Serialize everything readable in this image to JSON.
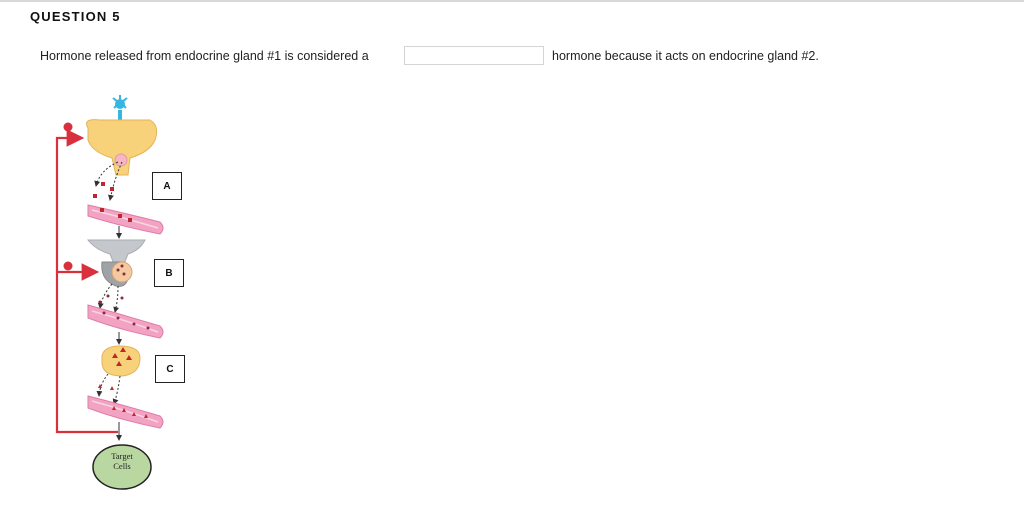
{
  "question": {
    "title": "QUESTION 5",
    "text_before": "Hormone released from endocrine gland #1 is considered a",
    "answer_value": "",
    "text_after": "hormone because it acts on endocrine gland #2."
  },
  "diagram": {
    "labels": [
      "A",
      "B",
      "C"
    ],
    "target_line1": "Target",
    "target_line2": "Cells",
    "colors": {
      "feedback": "#d9303e",
      "vessel": "#f2a3c3",
      "gland": "#f8d27a",
      "neuron": "#37b6e0",
      "target": "#b9d8a1"
    }
  }
}
